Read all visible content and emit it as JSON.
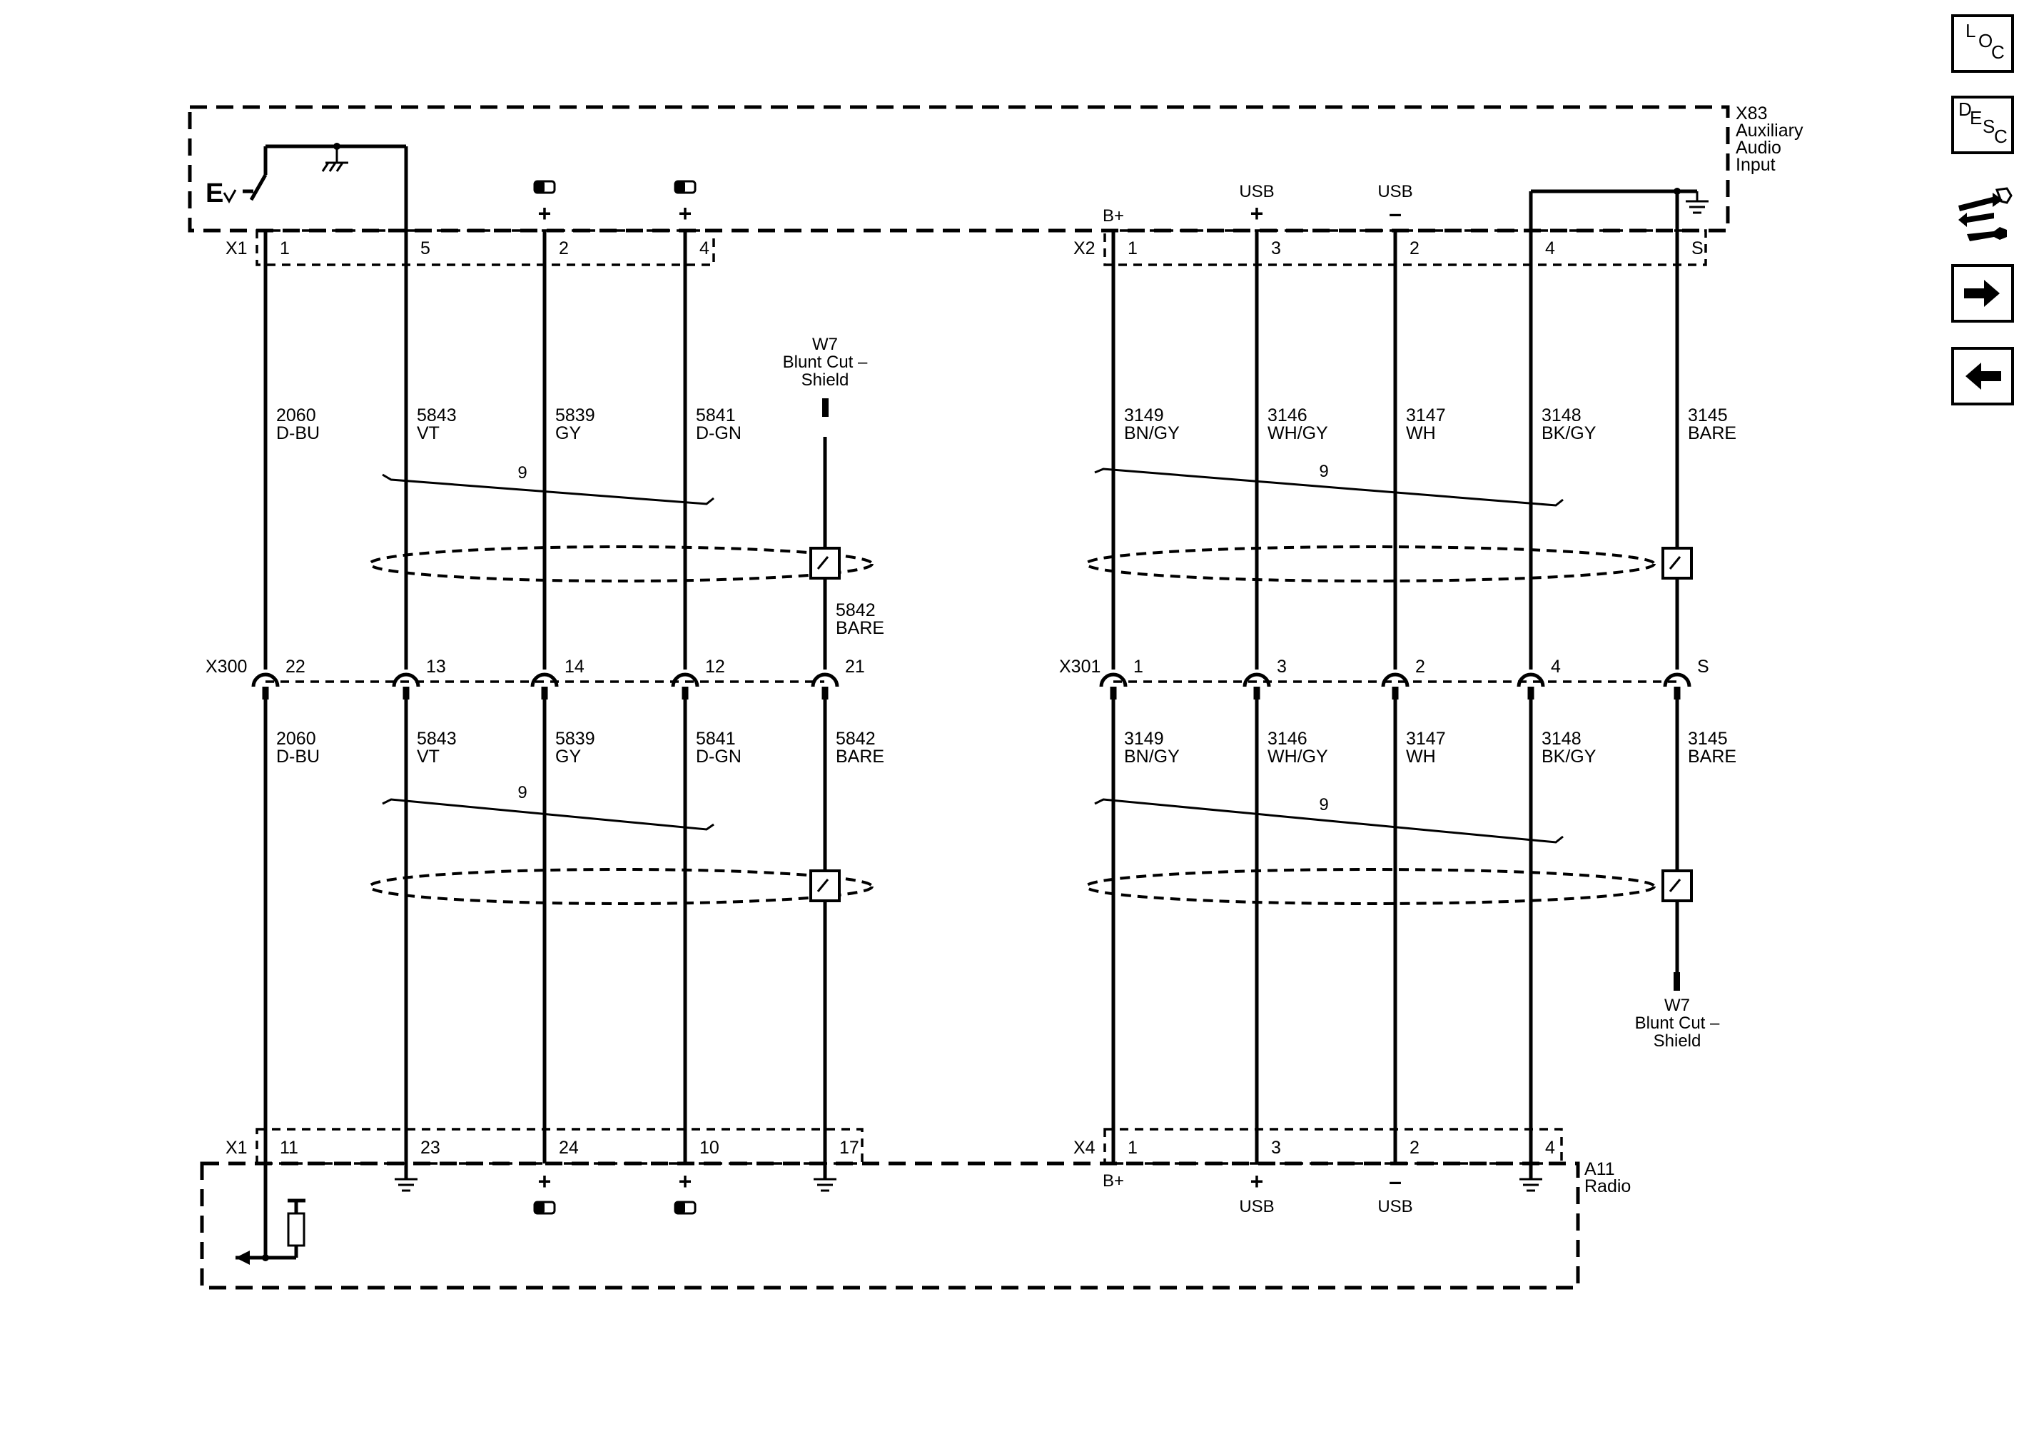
{
  "modules": {
    "top": {
      "name": "X83",
      "lines": [
        "Auxiliary",
        "Audio",
        "Input"
      ]
    },
    "bottom": {
      "name": "A11",
      "lines": [
        "Radio"
      ]
    }
  },
  "connectors": {
    "x1_top": "X1",
    "x2_top": "X2",
    "x300": "X300",
    "x301": "X301",
    "x1_bottom": "X1",
    "x4_bottom": "X4"
  },
  "circuits": [
    {
      "id": "c2060",
      "wire": "2060",
      "color": "D-BU",
      "top_pin": "1",
      "mid_pin": "22",
      "bot_pin": "11"
    },
    {
      "id": "c5843",
      "wire": "5843",
      "color": "VT",
      "top_pin": "5",
      "mid_pin": "13",
      "bot_pin": "23"
    },
    {
      "id": "c5839",
      "wire": "5839",
      "color": "GY",
      "top_pin": "2",
      "mid_pin": "14",
      "bot_pin": "24"
    },
    {
      "id": "c5841",
      "wire": "5841",
      "color": "D-GN",
      "top_pin": "4",
      "mid_pin": "12",
      "bot_pin": "10"
    },
    {
      "id": "c5842",
      "wire": "5842",
      "color": "BARE",
      "top_pin": "",
      "mid_pin": "21",
      "bot_pin": "17"
    },
    {
      "id": "c3149",
      "wire": "3149",
      "color": "BN/GY",
      "top_pin": "1",
      "mid_pin": "1",
      "bot_pin": "1"
    },
    {
      "id": "c3146",
      "wire": "3146",
      "color": "WH/GY",
      "top_pin": "3",
      "mid_pin": "3",
      "bot_pin": "3"
    },
    {
      "id": "c3147",
      "wire": "3147",
      "color": "WH",
      "top_pin": "2",
      "mid_pin": "2",
      "bot_pin": "2"
    },
    {
      "id": "c3148",
      "wire": "3148",
      "color": "BK/GY",
      "top_pin": "4",
      "mid_pin": "4",
      "bot_pin": "4"
    },
    {
      "id": "c3145",
      "wire": "3145",
      "color": "BARE",
      "top_pin": "S",
      "mid_pin": "S",
      "bot_pin": ""
    }
  ],
  "twist_label": "9",
  "signal_labels": {
    "plus": "+",
    "minus": "–",
    "usb": "USB",
    "b_plus": "B+"
  },
  "blunt_cut": {
    "ref": "W7",
    "line1": "Blunt Cut –",
    "line2": "Shield"
  },
  "sidebar": {
    "loc": {
      "l": "L",
      "o": "O",
      "c": "C"
    },
    "desc": {
      "d": "D",
      "e": "E",
      "s": "S",
      "c": "C"
    },
    "icons": [
      "connector-wrench-icon",
      "arrow-right-icon",
      "arrow-left-icon"
    ]
  }
}
